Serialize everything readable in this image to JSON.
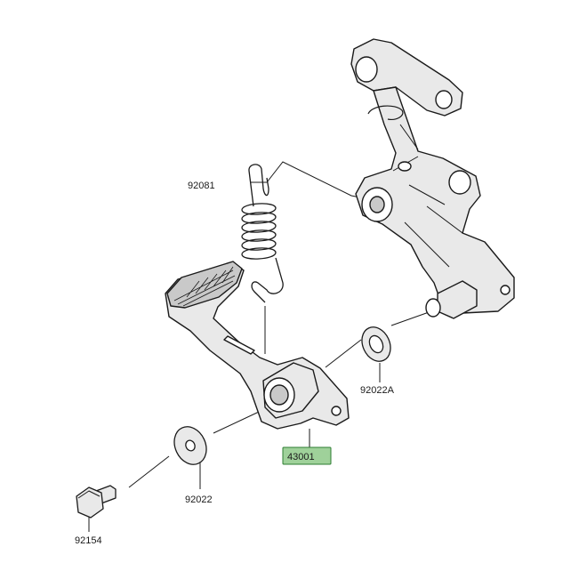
{
  "diagram": {
    "parts": [
      {
        "id": "p92081",
        "number": "92081"
      },
      {
        "id": "p92022A",
        "number": "92022A"
      },
      {
        "id": "p43001",
        "number": "43001",
        "highlighted": true
      },
      {
        "id": "p92022",
        "number": "92022"
      },
      {
        "id": "p92154",
        "number": "92154"
      }
    ],
    "colors": {
      "line": "#1a1a1a",
      "part_fill": "#e9e9e9",
      "part_shadow": "#c9c9c9",
      "highlight_fill": "#9fd19a",
      "highlight_border": "#2e7d32"
    }
  }
}
